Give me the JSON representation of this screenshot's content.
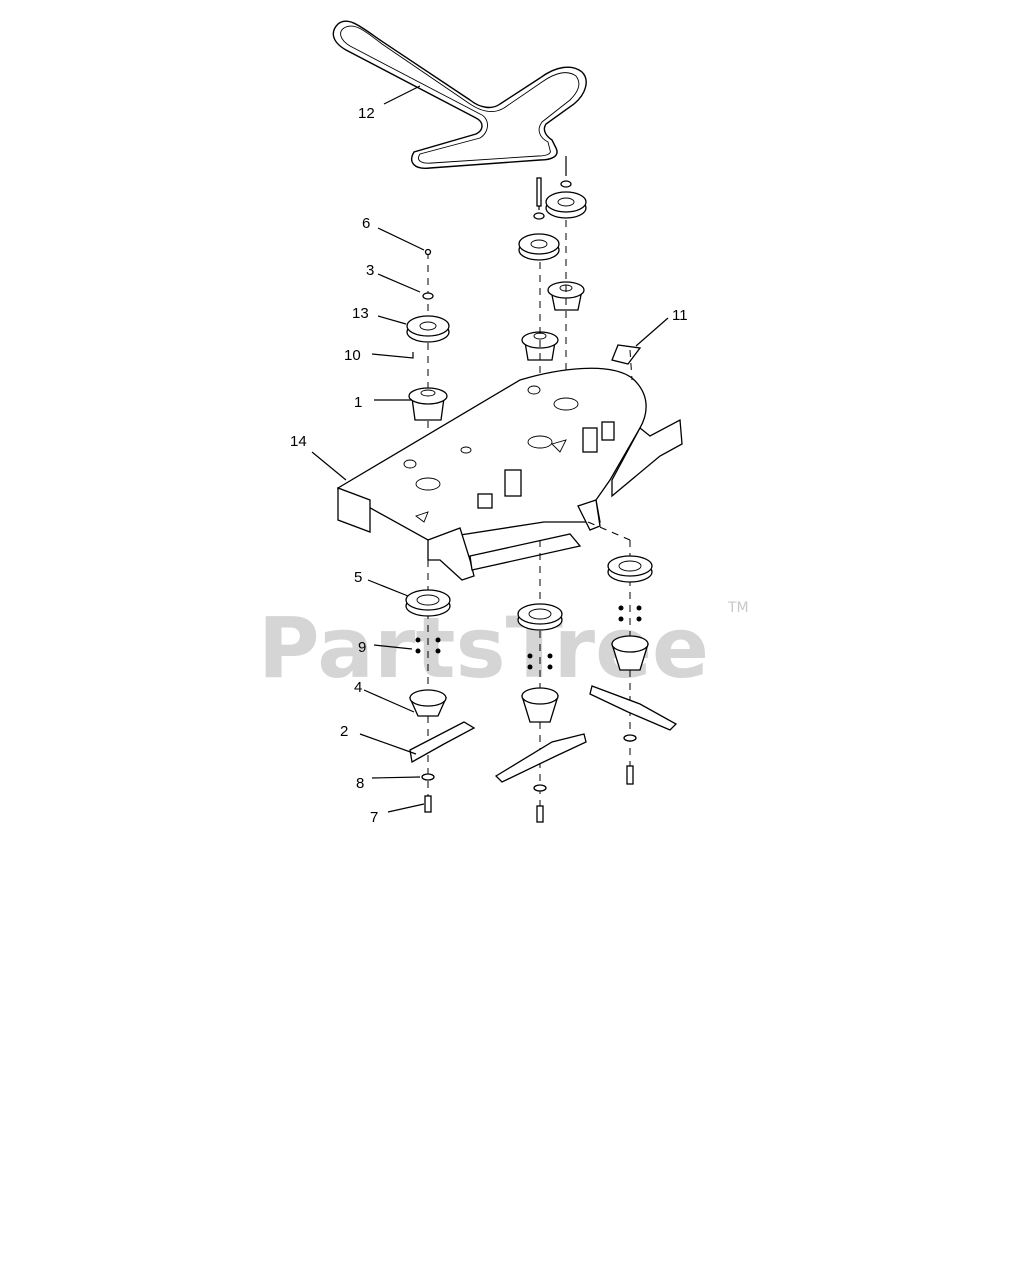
{
  "watermark": {
    "text": "PartsTree",
    "trademark": "TM"
  },
  "callouts": [
    {
      "id": "12",
      "text": "12"
    },
    {
      "id": "6",
      "text": "6"
    },
    {
      "id": "3",
      "text": "3"
    },
    {
      "id": "13",
      "text": "13"
    },
    {
      "id": "10",
      "text": "10"
    },
    {
      "id": "1",
      "text": "1"
    },
    {
      "id": "11",
      "text": "11"
    },
    {
      "id": "14",
      "text": "14"
    },
    {
      "id": "5",
      "text": "5"
    },
    {
      "id": "9",
      "text": "9"
    },
    {
      "id": "4",
      "text": "4"
    },
    {
      "id": "2",
      "text": "2"
    },
    {
      "id": "8",
      "text": "8"
    },
    {
      "id": "7",
      "text": "7"
    }
  ]
}
